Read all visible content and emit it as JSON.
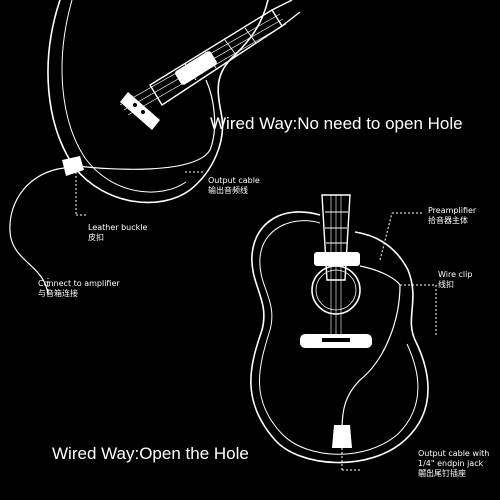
{
  "headlines": {
    "top": "Wired Way:No need to open Hole",
    "bottom": "Wired Way:Open the Hole"
  },
  "callouts": {
    "output_cable": {
      "en": "Output cable",
      "zh": "输出音频线"
    },
    "leather_buckle": {
      "en": "Leather buckle",
      "zh": "皮扣"
    },
    "connect_amplifier": {
      "en": "Connect to amplifier",
      "zh": "与音箱连接"
    },
    "preamplifier": {
      "en": "Preamplifier",
      "zh": "拾音器主体"
    },
    "wire_clip": {
      "en": "Wire clip",
      "zh": "线扣"
    },
    "output_jack": {
      "en1": "Output cable with",
      "en2": "1/4\" endpin jack",
      "zh": "输出尾钉插座"
    }
  },
  "colors": {
    "background": "#000000",
    "line": "#ffffff"
  }
}
